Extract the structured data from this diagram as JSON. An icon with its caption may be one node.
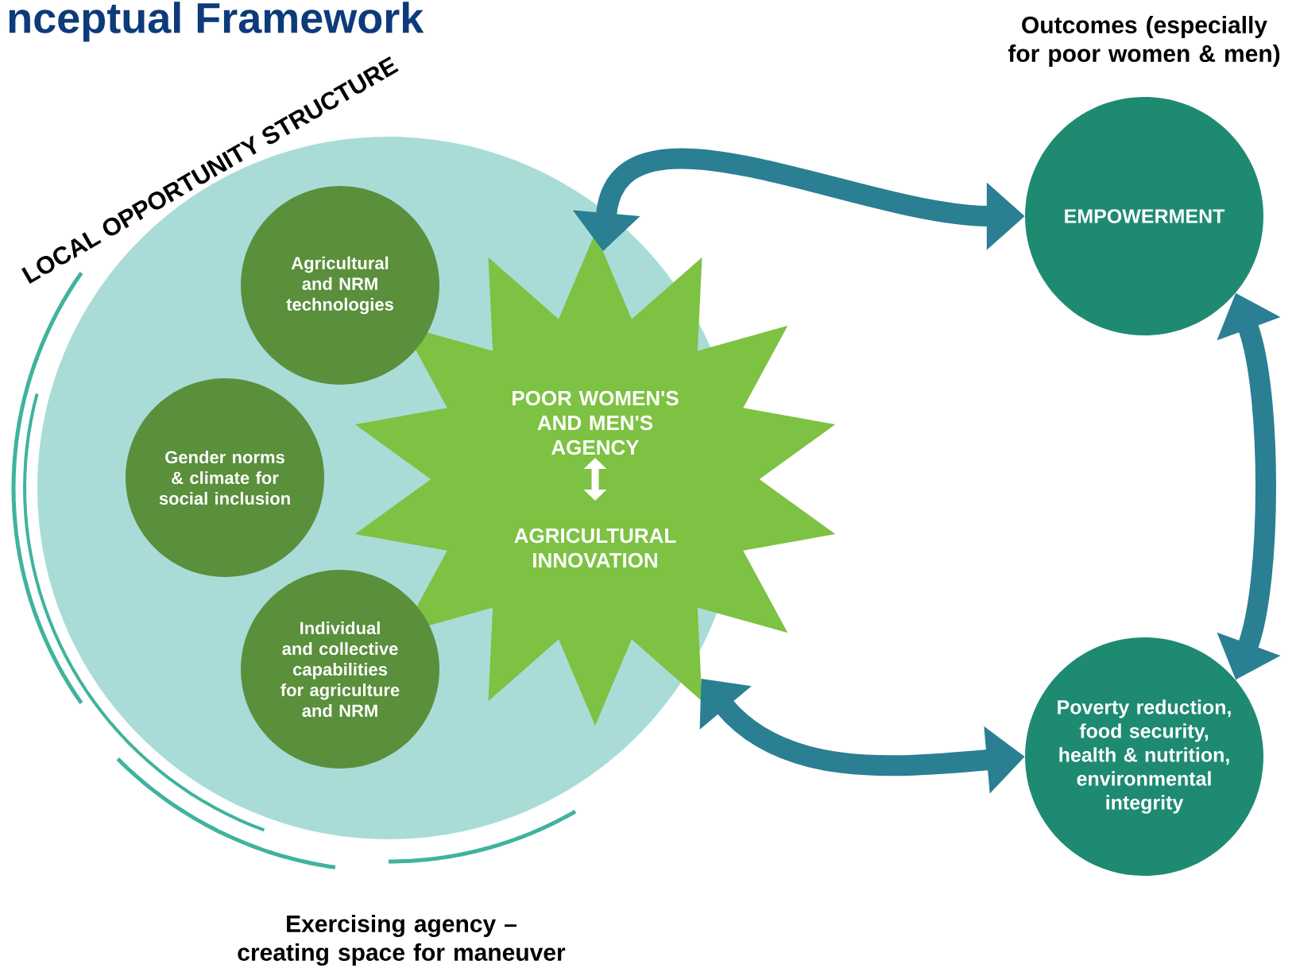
{
  "diagram": {
    "title": "nceptual Framework",
    "nodes": [
      {
        "text": [
          "LOCAL OPPORTUNITY STRUCTURE"
        ]
      },
      {
        "text": [
          "Agricultural and NRM technologies"
        ],
        "in": 0
      },
      {
        "text": [
          "Gender norms & climate for social inclusion"
        ],
        "in": 0
      },
      {
        "text": [
          "Individual and collective capabilities for agriculture and NRM"
        ],
        "in": 0
      },
      {
        "text": [
          "POOR WOMEN'S AND MEN'S AGENCY",
          "AGRICULTURAL INNOVATION"
        ]
      },
      {
        "text": [
          "EMPOWERMENT"
        ]
      },
      {
        "text": [
          "Poverty reduction, food security, health & nutrition, environmental integrity"
        ]
      }
    ],
    "edges": [
      {
        "from": 4,
        "to": 5,
        "arrow": "both"
      },
      {
        "from": 5,
        "to": 6,
        "arrow": "both"
      },
      {
        "from": 4,
        "to": 6,
        "arrow": "both"
      }
    ],
    "labels": [
      "Outcomes (especially for poor women & men)"
    ],
    "caption": "Exercising agency – creating space for maneuver"
  }
}
